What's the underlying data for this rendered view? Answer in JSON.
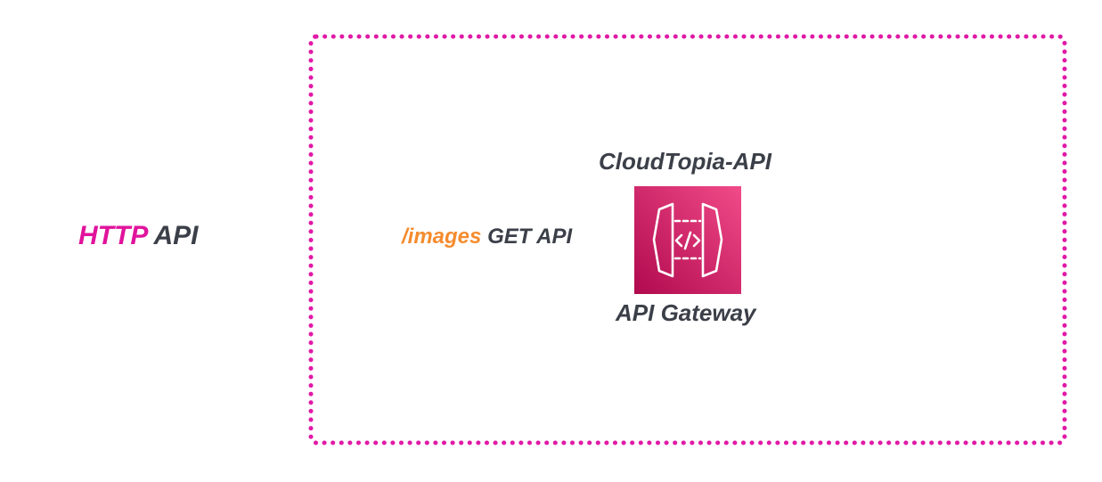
{
  "diagram": {
    "legend": {
      "protocol": "HTTP",
      "kind": "API"
    },
    "endpoint": {
      "path": "/images",
      "method_label": "GET API"
    },
    "api_name": "CloudTopia-API",
    "service_label": "API Gateway",
    "service_icon": "api-gateway-icon"
  },
  "colors": {
    "accent_magenta": "#e0139c",
    "accent_orange": "#f58c2e",
    "text_dark": "#3b3f48",
    "icon_gradient_top": "#f24b89",
    "icon_gradient_bottom": "#b0094e",
    "boundary_dots": "#e01aa6"
  }
}
